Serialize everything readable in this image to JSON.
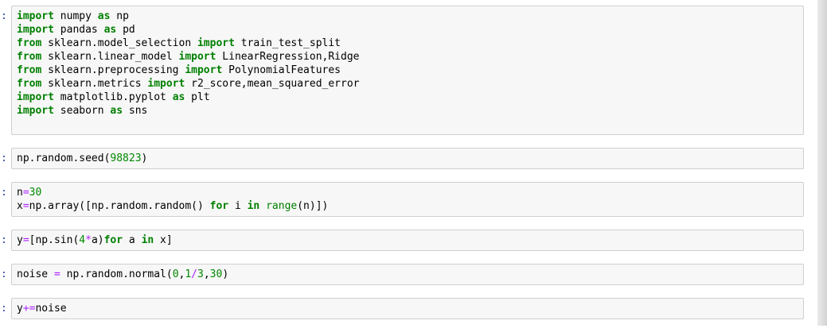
{
  "colors": {
    "keyword": "#008000",
    "builtin": "#008000",
    "number": "#008800",
    "operator": "#AA22FF",
    "plain": "#000000",
    "prompt": "#303F9F",
    "cell_background": "#f7f7f7",
    "cell_border": "#cfcfcf",
    "page_background": "#ffffff"
  },
  "cells": [
    {
      "prompt": ":",
      "lines": [
        [
          [
            "kw",
            "import"
          ],
          [
            "p",
            " numpy "
          ],
          [
            "kw",
            "as"
          ],
          [
            "p",
            " np"
          ]
        ],
        [
          [
            "kw",
            "import"
          ],
          [
            "p",
            " pandas "
          ],
          [
            "kw",
            "as"
          ],
          [
            "p",
            " pd"
          ]
        ],
        [
          [
            "kw",
            "from"
          ],
          [
            "p",
            " sklearn.model_selection "
          ],
          [
            "kw",
            "import"
          ],
          [
            "p",
            " train_test_split"
          ]
        ],
        [
          [
            "kw",
            "from"
          ],
          [
            "p",
            " sklearn.linear_model "
          ],
          [
            "kw",
            "import"
          ],
          [
            "p",
            " LinearRegression,Ridge"
          ]
        ],
        [
          [
            "kw",
            "from"
          ],
          [
            "p",
            " sklearn.preprocessing "
          ],
          [
            "kw",
            "import"
          ],
          [
            "p",
            " PolynomialFeatures"
          ]
        ],
        [
          [
            "kw",
            "from"
          ],
          [
            "p",
            " sklearn.metrics "
          ],
          [
            "kw",
            "import"
          ],
          [
            "p",
            " r2_score,mean_squared_error"
          ]
        ],
        [
          [
            "kw",
            "import"
          ],
          [
            "p",
            " matplotlib.pyplot "
          ],
          [
            "kw",
            "as"
          ],
          [
            "p",
            " plt"
          ]
        ],
        [
          [
            "kw",
            "import"
          ],
          [
            "p",
            " seaborn "
          ],
          [
            "kw",
            "as"
          ],
          [
            "p",
            " sns"
          ]
        ],
        []
      ]
    },
    {
      "prompt": ":",
      "lines": [
        [
          [
            "p",
            "np.random.seed("
          ],
          [
            "num",
            "98823"
          ],
          [
            "p",
            ")"
          ]
        ]
      ]
    },
    {
      "prompt": ":",
      "lines": [
        [
          [
            "p",
            "n"
          ],
          [
            "op",
            "="
          ],
          [
            "num",
            "30"
          ]
        ],
        [
          [
            "p",
            "x"
          ],
          [
            "op",
            "="
          ],
          [
            "p",
            "np.array([np.random.random() "
          ],
          [
            "kw",
            "for"
          ],
          [
            "p",
            " i "
          ],
          [
            "kw",
            "in"
          ],
          [
            "p",
            " "
          ],
          [
            "bi",
            "range"
          ],
          [
            "p",
            "(n)])"
          ]
        ]
      ]
    },
    {
      "prompt": ":",
      "lines": [
        [
          [
            "p",
            "y"
          ],
          [
            "op",
            "="
          ],
          [
            "p",
            "[np.sin("
          ],
          [
            "num",
            "4"
          ],
          [
            "op",
            "*"
          ],
          [
            "p",
            "a)"
          ],
          [
            "kw",
            "for"
          ],
          [
            "p",
            " a "
          ],
          [
            "kw",
            "in"
          ],
          [
            "p",
            " x]"
          ]
        ]
      ]
    },
    {
      "prompt": ":",
      "lines": [
        [
          [
            "p",
            "noise "
          ],
          [
            "op",
            "="
          ],
          [
            "p",
            " np.random.normal("
          ],
          [
            "num",
            "0"
          ],
          [
            "p",
            ","
          ],
          [
            "num",
            "1"
          ],
          [
            "op",
            "/"
          ],
          [
            "num",
            "3"
          ],
          [
            "p",
            ","
          ],
          [
            "num",
            "30"
          ],
          [
            "p",
            ")"
          ]
        ]
      ]
    },
    {
      "prompt": ":",
      "lines": [
        [
          [
            "p",
            "y"
          ],
          [
            "op",
            "+="
          ],
          [
            "p",
            "noise"
          ]
        ]
      ]
    }
  ]
}
